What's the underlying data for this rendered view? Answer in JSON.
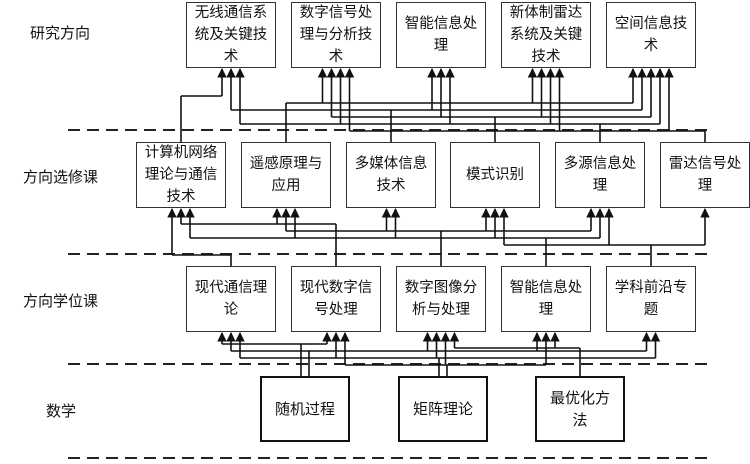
{
  "rows": [
    {
      "id": "research",
      "label": "研究方向",
      "nodes": [
        {
          "id": "r1",
          "text": "无线通信系统及关键技术"
        },
        {
          "id": "r2",
          "text": "数字信号处理与分析技术"
        },
        {
          "id": "r3",
          "text": "智能信息处理"
        },
        {
          "id": "r4",
          "text": "新体制雷达系统及关键技术"
        },
        {
          "id": "r5",
          "text": "空间信息技术"
        }
      ]
    },
    {
      "id": "elective",
      "label": "方向选修课",
      "nodes": [
        {
          "id": "e1",
          "text": "计算机网络理论与通信技术"
        },
        {
          "id": "e2",
          "text": "遥感原理与应用"
        },
        {
          "id": "e3",
          "text": "多媒体信息技术"
        },
        {
          "id": "e4",
          "text": "模式识别"
        },
        {
          "id": "e5",
          "text": "多源信息处理"
        },
        {
          "id": "e6",
          "text": "雷达信号处理"
        }
      ]
    },
    {
      "id": "degree",
      "label": "方向学位课",
      "nodes": [
        {
          "id": "d1",
          "text": "现代通信理论"
        },
        {
          "id": "d2",
          "text": "现代数字信号处理"
        },
        {
          "id": "d3",
          "text": "数字图像分析与处理"
        },
        {
          "id": "d4",
          "text": "智能信息处理"
        },
        {
          "id": "d5",
          "text": "学科前沿专题"
        }
      ]
    },
    {
      "id": "math",
      "label": "数学",
      "nodes": [
        {
          "id": "m1",
          "text": "随机过程"
        },
        {
          "id": "m2",
          "text": "矩阵理论"
        },
        {
          "id": "m3",
          "text": "最优化方法"
        }
      ]
    }
  ],
  "edges": [
    {
      "from": "m1",
      "to": [
        "d1",
        "d2"
      ]
    },
    {
      "from": "m1",
      "to": [
        "d1",
        "d3",
        "d4",
        "d5"
      ]
    },
    {
      "from": "m2",
      "to": [
        "d1",
        "d2",
        "d3",
        "d5"
      ]
    },
    {
      "from": "m2",
      "to": [
        "d2",
        "d3",
        "d4"
      ]
    },
    {
      "from": "m3",
      "to": [
        "d3",
        "d4"
      ]
    },
    {
      "from": "d1",
      "to": [
        "e1"
      ]
    },
    {
      "from": "d2",
      "to": [
        "e1",
        "e2"
      ]
    },
    {
      "from": "d3",
      "to": [
        "e2",
        "e3",
        "e4",
        "e5"
      ]
    },
    {
      "from": "d4",
      "to": [
        "e1",
        "e2",
        "e3",
        "e4",
        "e5"
      ]
    },
    {
      "from": "d5",
      "to": [
        "e4",
        "e5",
        "e6"
      ]
    },
    {
      "from": "e1",
      "to": [
        "r1"
      ]
    },
    {
      "from": "e2",
      "to": [
        "r2",
        "r4",
        "r5"
      ]
    },
    {
      "from": "e3",
      "to": [
        "r1",
        "r3",
        "r5"
      ]
    },
    {
      "from": "e4",
      "to": [
        "r2",
        "r3",
        "r4",
        "r5"
      ]
    },
    {
      "from": "e5",
      "to": [
        "r1",
        "r2",
        "r3",
        "r4",
        "r5"
      ]
    },
    {
      "from": "e6",
      "to": [
        "r2",
        "r4",
        "r5"
      ]
    }
  ]
}
